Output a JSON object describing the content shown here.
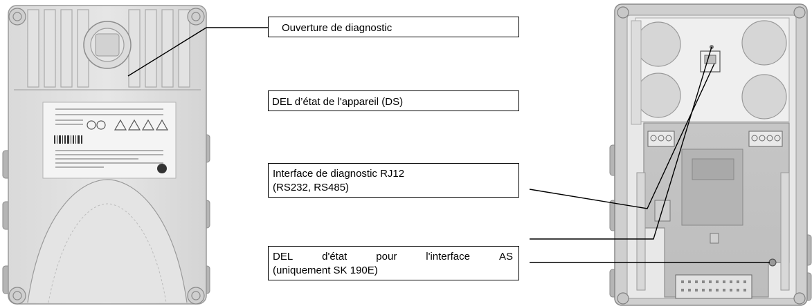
{
  "callouts": {
    "diagnostic_opening": "Ouverture de diagnostic",
    "device_status_led": "DEL d’état de l'appareil (DS)",
    "rj12_interface": {
      "line1": "Interface de diagnostic RJ12",
      "line2": "(RS232, RS485)"
    },
    "as_interface_led": {
      "line1_words": [
        "DEL",
        "d'état",
        "pour",
        "l'interface",
        "AS"
      ],
      "line2": "(uniquement SK 190E)"
    }
  }
}
